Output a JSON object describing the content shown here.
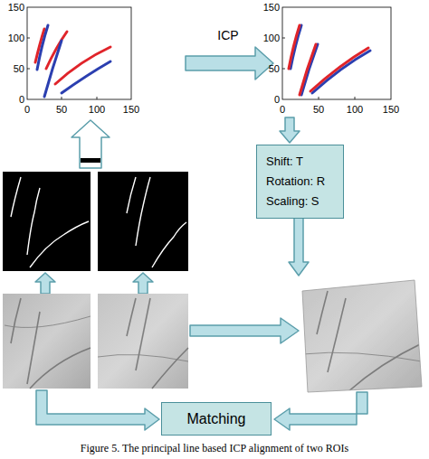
{
  "diagram": {
    "caption": "Figure 5. The principal line based ICP alignment of two ROIs",
    "nodes": [
      {
        "text": [
          "Shift: T",
          "Rotation: R",
          "Scaling: S"
        ]
      },
      {
        "text": [
          "Matching"
        ]
      }
    ],
    "labels": [
      "150",
      "100",
      "50",
      "0",
      "0",
      "50",
      "100",
      "150",
      "ICP",
      "150",
      "100",
      "50",
      "0",
      "0",
      "50",
      "100",
      "150"
    ]
  }
}
